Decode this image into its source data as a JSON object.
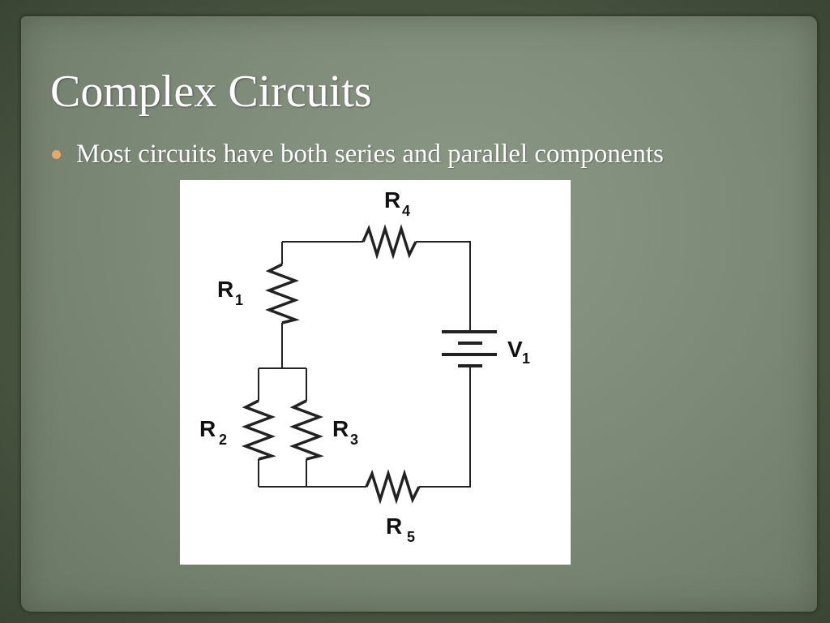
{
  "slide": {
    "title": "Complex Circuits",
    "bullet": "Most circuits have both series and parallel components",
    "bullet_color": "#e9a86a"
  },
  "diagram": {
    "components": [
      {
        "id": "R4",
        "label": "R",
        "subscript": "4"
      },
      {
        "id": "R1",
        "label": "R",
        "subscript": "1"
      },
      {
        "id": "V1",
        "label": "V",
        "subscript": "1"
      },
      {
        "id": "R2",
        "label": "R",
        "subscript": "2"
      },
      {
        "id": "R3",
        "label": "R",
        "subscript": "3"
      },
      {
        "id": "R5",
        "label": "R",
        "subscript": "5"
      }
    ]
  }
}
